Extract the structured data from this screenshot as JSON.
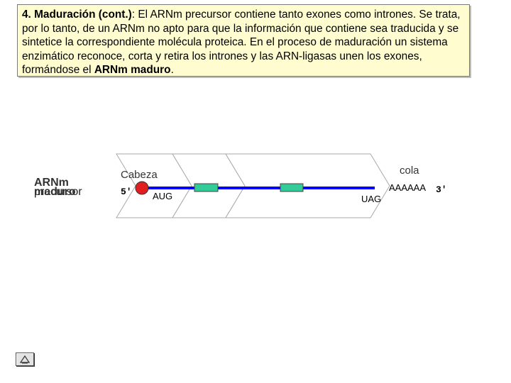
{
  "info_box": {
    "heading": "4.  Maduración (cont.)",
    "text_a": ": El ARNm precursor contiene tanto exones como intrones. Se trata, por lo tanto, de un ARNm no apto para que la información que contiene sea traducida y se sintetice la correspondiente molécula proteica. En el proceso de maduración un sistema enzimático reconoce, corta y retira los intrones y las ARN-ligasas unen los exones, formándose el ",
    "emphasis": "ARNm maduro",
    "text_b": "."
  },
  "side_label": {
    "line1": "ARNm",
    "line2_a": "precursor",
    "line2_b": "maduro"
  },
  "diagram": {
    "cabeza": "Cabeza",
    "cola": "cola",
    "five_prime": "5'",
    "three_prime": "3'",
    "start_codon": "AUG",
    "stop_codon": "UAG",
    "poly_a": "AAAAAA",
    "colors": {
      "strand": "#0000ff",
      "cap": "#e02020",
      "exon": "#33cc99",
      "outline": "#a8a8a8"
    }
  },
  "nav": {
    "home_icon": "home-arrow-icon"
  }
}
